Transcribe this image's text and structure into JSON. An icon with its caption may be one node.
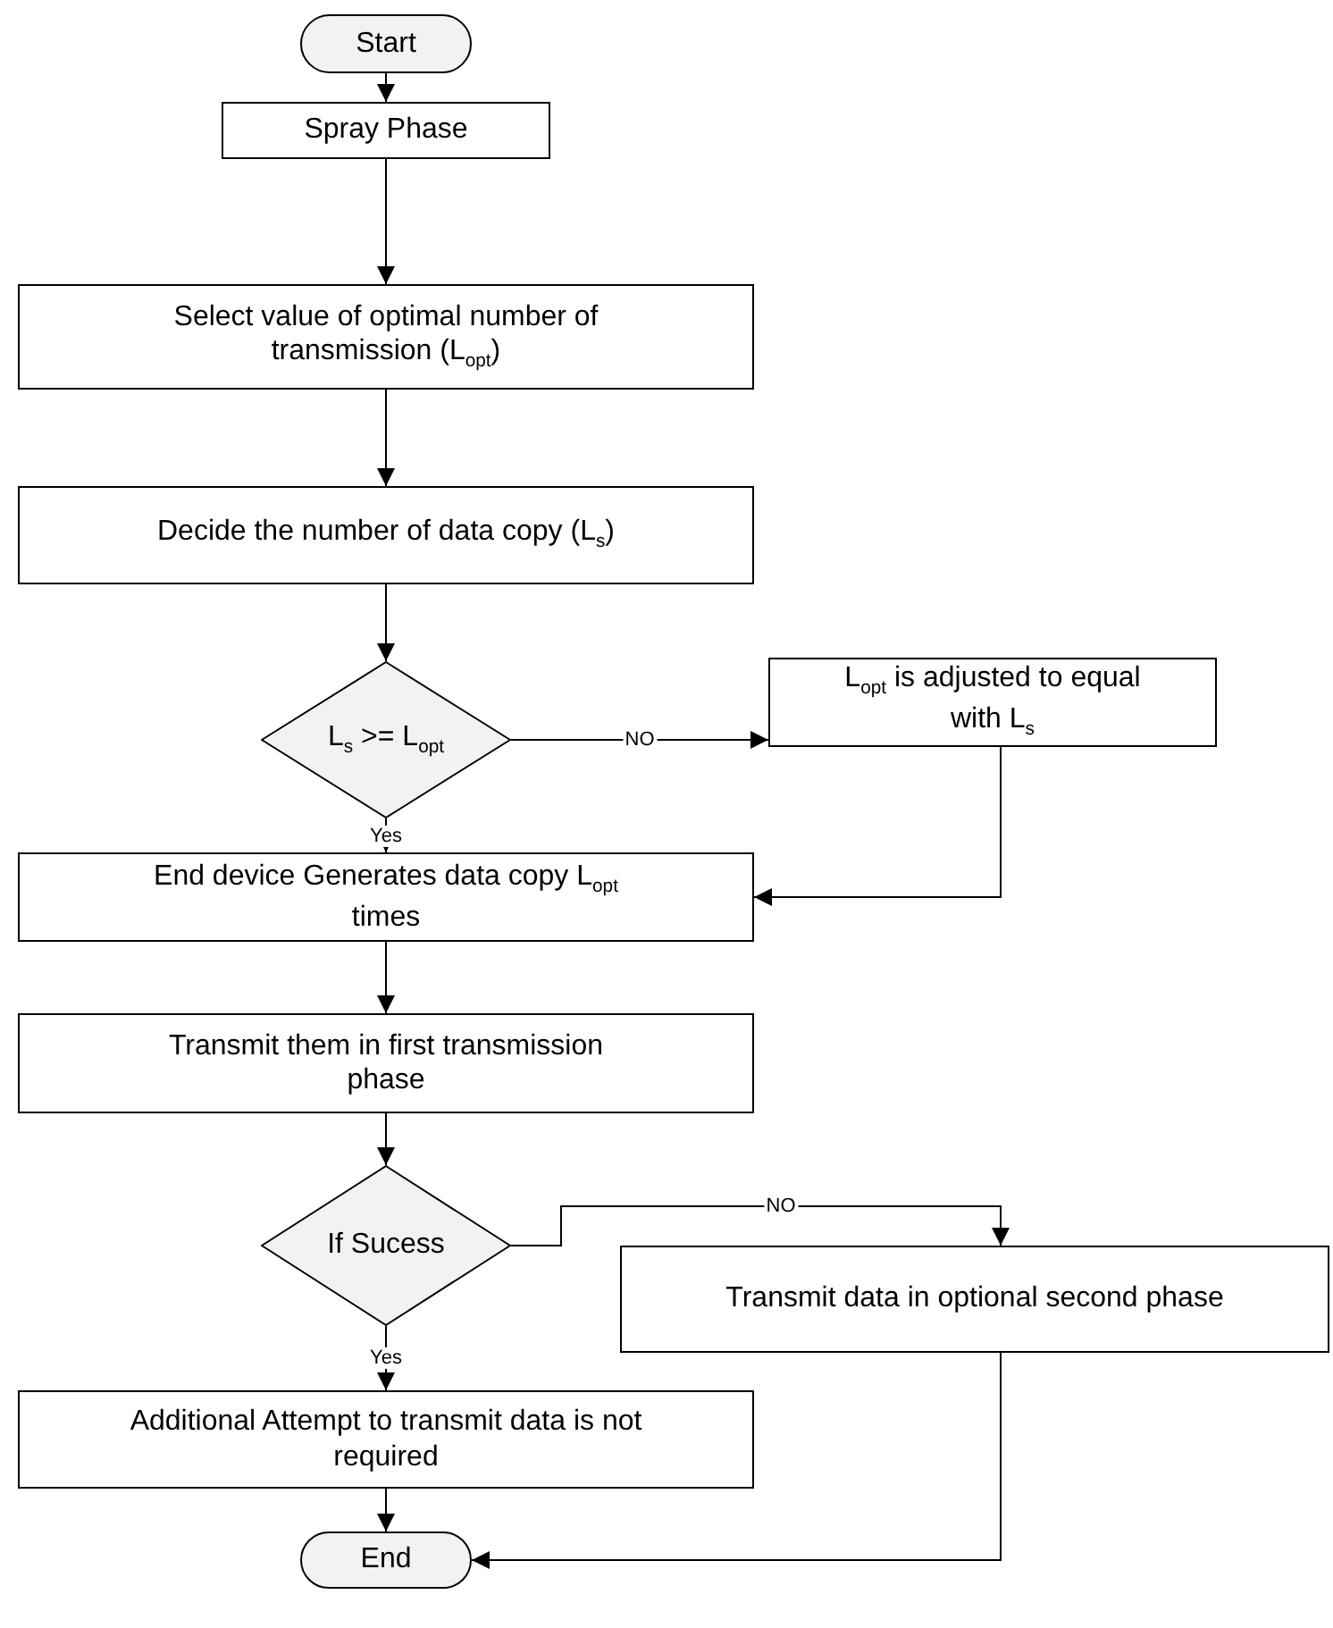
{
  "diagram": {
    "nodes": [
      {
        "text": [
          "Start"
        ]
      },
      {
        "text": [
          "Spray Phase"
        ]
      },
      {
        "text": [
          "Select value of optimal number of transmission (L$_{opt}$)"
        ]
      },
      {
        "text": [
          "Decide the number of data copy (L$_{s}$)"
        ]
      },
      {
        "text": [
          "L$_{s}$ >= L$_{opt}$"
        ]
      },
      {
        "text": [
          "L$_{opt}$ is adjusted to equal with L$_{s}$"
        ]
      },
      {
        "text": [
          "End device Generates data copy L$_{opt}$ times"
        ]
      },
      {
        "text": [
          "Transmit them in first transmission phase"
        ]
      },
      {
        "text": [
          "If Sucess"
        ]
      },
      {
        "text": [
          "Transmit data in optional second phase"
        ]
      },
      {
        "text": [
          "Additional Attempt to transmit data is not required"
        ]
      },
      {
        "text": [
          "End"
        ]
      }
    ],
    "edges": [
      {
        "from": 0,
        "to": 1,
        "arrow": "to"
      },
      {
        "from": 1,
        "to": 2,
        "arrow": "to"
      },
      {
        "from": 2,
        "to": 3,
        "arrow": "to"
      },
      {
        "from": 3,
        "to": 4,
        "arrow": "to"
      },
      {
        "from": 4,
        "to": 5,
        "arrow": "to",
        "label": "NO"
      },
      {
        "from": 4,
        "to": 6,
        "arrow": "to",
        "label": "Yes"
      },
      {
        "from": 5,
        "to": 6,
        "arrow": "to"
      },
      {
        "from": 6,
        "to": 7,
        "arrow": "to"
      },
      {
        "from": 7,
        "to": 8,
        "arrow": "to"
      },
      {
        "from": 8,
        "to": 9,
        "arrow": "to",
        "label": "NO"
      },
      {
        "from": 8,
        "to": 10,
        "arrow": "to",
        "label": "Yes"
      },
      {
        "from": 10,
        "to": 11,
        "arrow": "to"
      },
      {
        "from": 9,
        "to": 11,
        "arrow": "to"
      }
    ]
  }
}
